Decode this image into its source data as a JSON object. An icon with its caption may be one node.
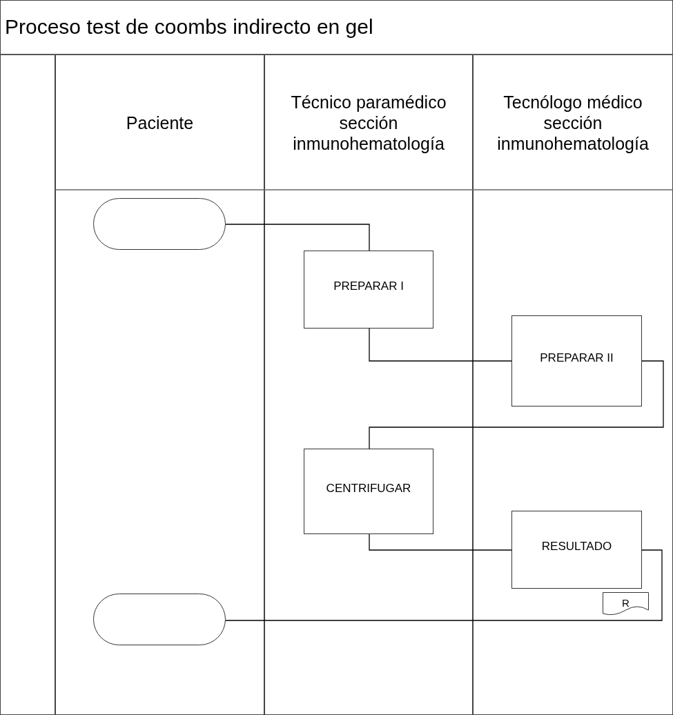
{
  "diagram": {
    "title": "Proceso test de coombs indirecto en gel",
    "nodes": [
      {
        "text": [
          "Paciente"
        ]
      },
      {
        "text": [
          "Técnico paramédico sección inmunohematología"
        ]
      },
      {
        "text": [
          "Tecnólogo médico sección inmunohematología"
        ]
      },
      {
        "text": [],
        "shape": "terminator"
      },
      {
        "text": [
          "PREPARAR I"
        ]
      },
      {
        "text": [
          "PREPARAR II"
        ]
      },
      {
        "text": [
          "CENTRIFUGAR"
        ]
      },
      {
        "text": [
          "RESULTADO"
        ]
      },
      {
        "text": [],
        "shape": "terminator"
      },
      {
        "text": [
          "R"
        ]
      }
    ],
    "edges": [
      {
        "from": 3,
        "to": 4,
        "arrow": "none"
      },
      {
        "from": 4,
        "to": 5,
        "arrow": "none"
      },
      {
        "from": 5,
        "to": 6,
        "arrow": "none"
      },
      {
        "from": 6,
        "to": 7,
        "arrow": "none"
      },
      {
        "from": 7,
        "to": 8,
        "arrow": "none"
      }
    ]
  }
}
